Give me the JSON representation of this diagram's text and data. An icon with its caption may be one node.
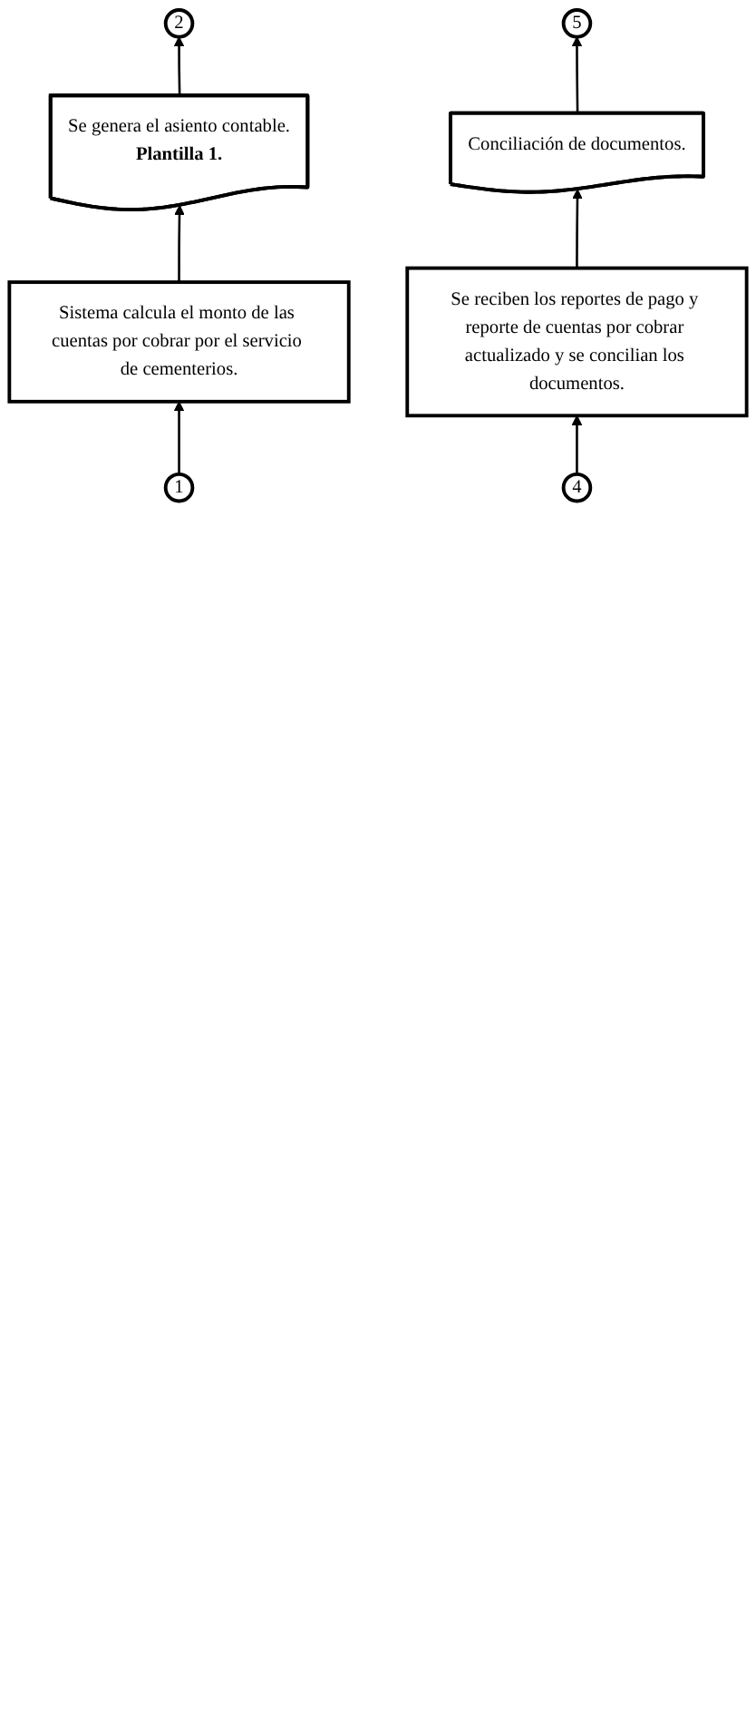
{
  "diagram": {
    "nodes": [
      {
        "text": [
          "1"
        ]
      },
      {
        "text": [
          "Sistema calcula el monto de las cuentas por cobrar por el servicio de cementerios."
        ]
      },
      {
        "text": [
          "Se genera el asiento contable.",
          "Plantilla 1."
        ]
      },
      {
        "text": [
          "2"
        ]
      },
      {
        "text": [
          "4"
        ]
      },
      {
        "text": [
          "Se reciben los reportes de pago y reporte de cuentas por cobrar actualizado y se concilian los documentos."
        ]
      },
      {
        "text": [
          "Conciliación de documentos."
        ]
      },
      {
        "text": [
          "5"
        ]
      }
    ],
    "edges": [
      {
        "from": 0,
        "to": 1,
        "arrow": "to"
      },
      {
        "from": 1,
        "to": 2,
        "arrow": "to"
      },
      {
        "from": 2,
        "to": 3,
        "arrow": "to"
      },
      {
        "from": 4,
        "to": 5,
        "arrow": "to"
      },
      {
        "from": 5,
        "to": 6,
        "arrow": "to"
      },
      {
        "from": 6,
        "to": 7,
        "arrow": "to"
      }
    ]
  }
}
